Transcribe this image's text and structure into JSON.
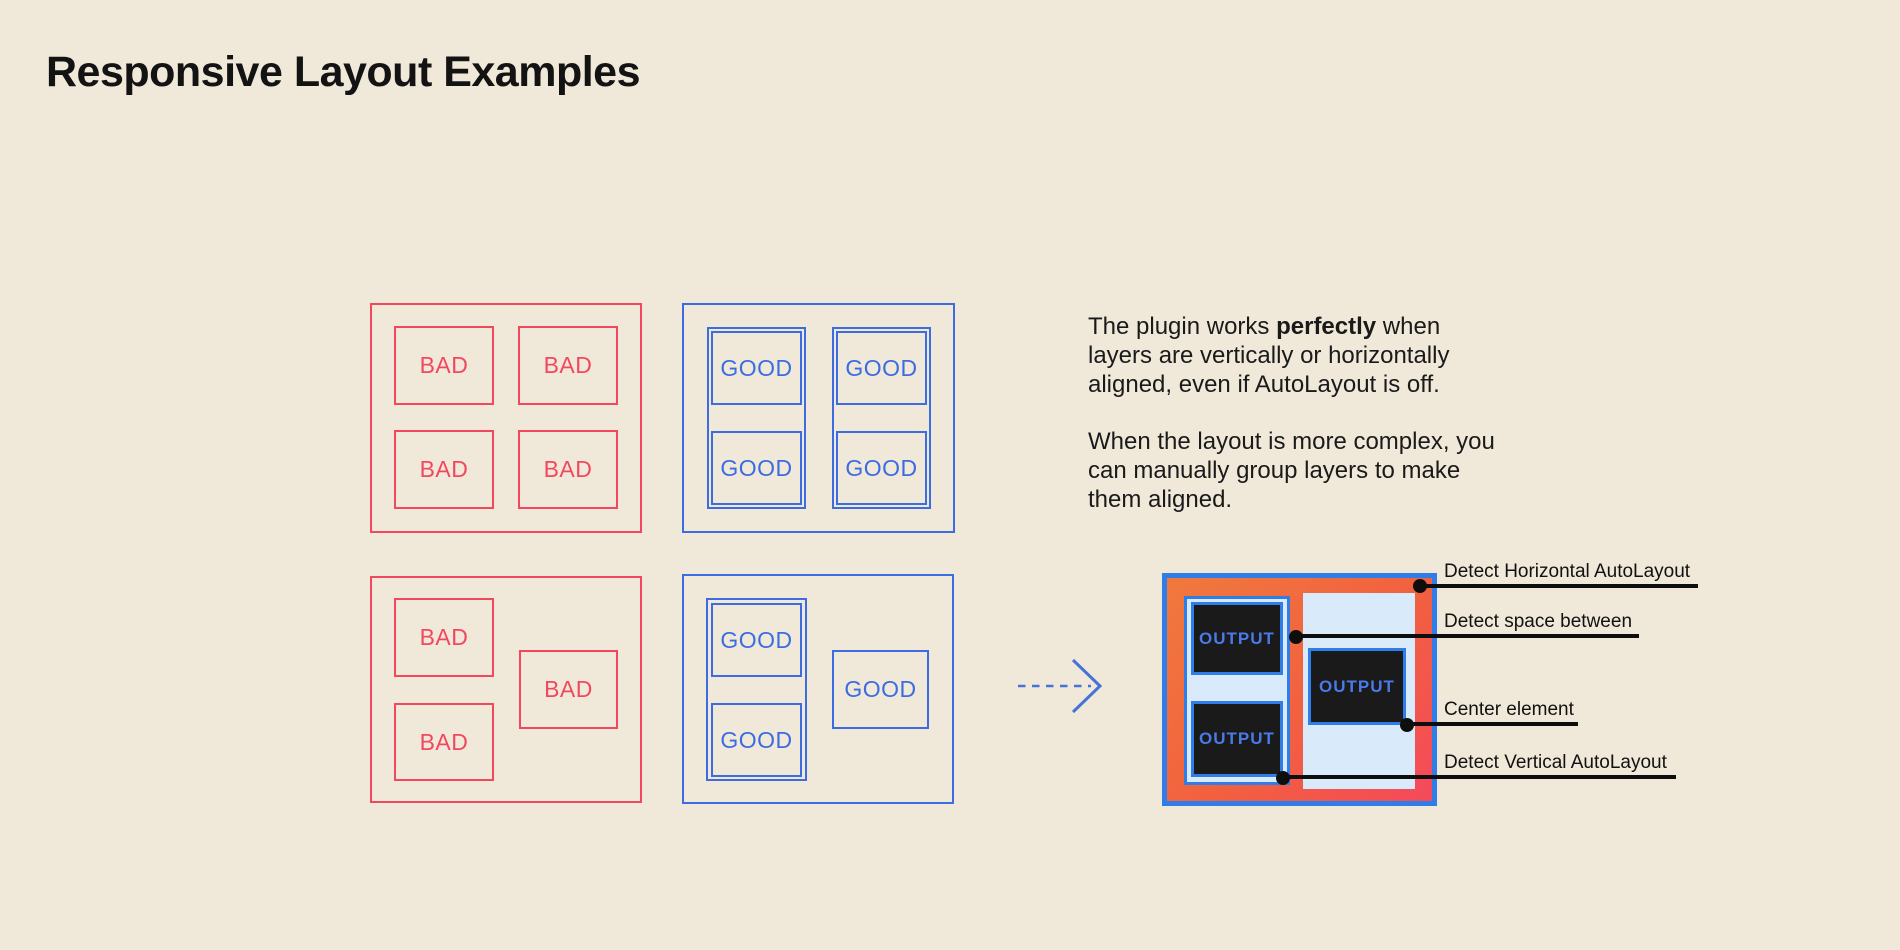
{
  "page": {
    "title": "Responsive Layout Examples",
    "background_color": "#F0E9DA"
  },
  "colors": {
    "bad_red": "#F2485E",
    "good_blue": "#3C6CE1",
    "output_border_blue": "#2F7DE9",
    "output_panel_light_blue": "#D9EAFB",
    "output_box_dark": "#1A1A1A",
    "output_gradient_start": "#F0793D",
    "output_gradient_end": "#F4495C",
    "annotation_black": "#0E0E0E",
    "text_color": "#1A1A1A"
  },
  "examples": {
    "bad_aligned": {
      "labels": [
        "BAD",
        "BAD",
        "BAD",
        "BAD"
      ]
    },
    "good_aligned": {
      "labels": [
        "GOOD",
        "GOOD",
        "GOOD",
        "GOOD"
      ]
    },
    "bad_misaligned": {
      "labels": [
        "BAD",
        "BAD",
        "BAD"
      ]
    },
    "good_grouped": {
      "labels": [
        "GOOD",
        "GOOD",
        "GOOD"
      ]
    }
  },
  "description": {
    "line1_pre": "The plugin works ",
    "line1_bold": "perfectly",
    "line1_post": " when",
    "line2": "layers are vertically or horizontally",
    "line3": "aligned, even if AutoLayout is off.",
    "line4": "When the layout is more complex, you",
    "line5": "can manually group layers to make",
    "line6": "them aligned."
  },
  "output": {
    "box_labels": [
      "OUTPUT",
      "OUTPUT",
      "OUTPUT"
    ]
  },
  "annotations": [
    {
      "label": "Detect Horizontal AutoLayout"
    },
    {
      "label": "Detect space between"
    },
    {
      "label": "Center element"
    },
    {
      "label": "Detect Vertical AutoLayout"
    }
  ]
}
